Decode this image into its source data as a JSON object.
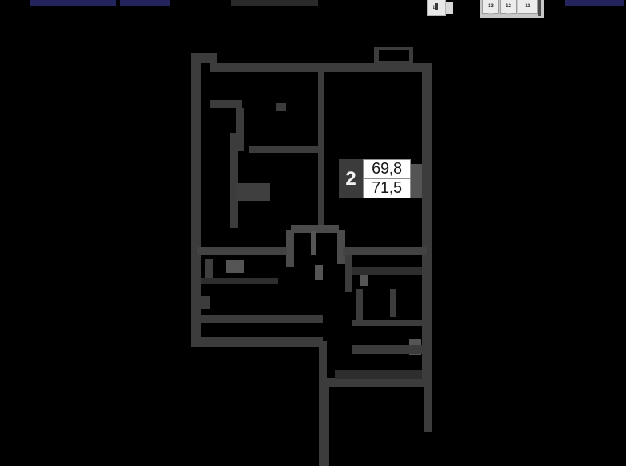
{
  "window": {
    "title": "",
    "background": "#000000"
  },
  "topbar": {
    "links": [
      {
        "label": "",
        "name": "nav-link-primary"
      },
      {
        "label": "",
        "name": "nav-link-secondary"
      },
      {
        "label": "",
        "name": "nav-link-right"
      }
    ],
    "title": "",
    "accent_color": "#23235e",
    "thumbnails": {
      "single": {
        "label": "1",
        "name": "floorplan-thumb-1"
      },
      "group": [
        {
          "label": "13",
          "name": "floorplan-thumb-13"
        },
        {
          "label": "12",
          "name": "floorplan-thumb-12"
        },
        {
          "label": "11",
          "name": "floorplan-thumb-11"
        }
      ]
    }
  },
  "floorplan": {
    "wall_color": "#3c3c3c",
    "void_color": "#000000",
    "badge": {
      "rooms": "2",
      "area_total": "69,8",
      "area_secondary": "71,5",
      "badge_bg": "#3b3b3b",
      "area_bg": "#ffffff"
    },
    "room_caption": ""
  }
}
